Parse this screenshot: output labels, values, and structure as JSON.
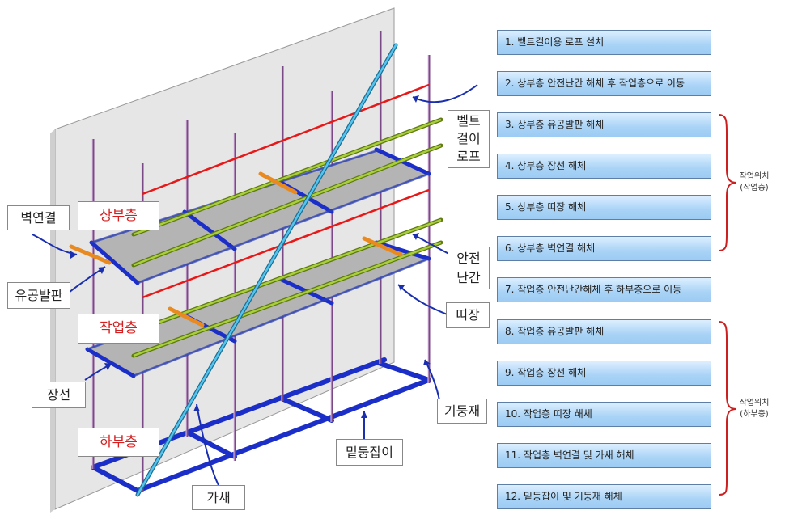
{
  "labels": {
    "upper": "상부층",
    "work": "작업층",
    "lower": "하부층",
    "wall_tie": "벽연결",
    "platform": "유공발판",
    "ledger": "장선",
    "belt_rope": [
      "벨트",
      "걸이",
      "로프"
    ],
    "guardrail": [
      "안전",
      "난간"
    ],
    "toeboard": "띠장",
    "post": "기둥재",
    "base_frame": "밑둥잡이",
    "brace": "가새"
  },
  "steps": [
    "1. 벨트걸이용 로프 설치",
    "2. 상부층 안전난간 해체 후 작업층으로 이동",
    "3. 상부층 유공발판 해체",
    "4. 상부층 장선 해체",
    "5. 상부층 띠장 해체",
    "6. 상부층 벽연결 해체",
    "7. 작업층 안전난간해체 후 하부층으로 이동",
    "8. 작업층 유공발판 해체",
    "9. 작업층 장선 해체",
    "10. 작업층 띠장 해체",
    "11. 작업층 벽연결 및 가새 해체",
    "12. 밑둥잡이 및 기둥재 해체"
  ],
  "brace_notes": {
    "upper": [
      "작업위치",
      "(작업층)"
    ],
    "lower": [
      "작업위치",
      "(하부층)"
    ]
  },
  "colors": {
    "guardrail": "#e81818",
    "rope": "#8fb52c",
    "brace": "#3aa6d8",
    "pipe": "#1b2fc8",
    "wall_tie": "#e88a20",
    "brace_bracket": "#cc2020"
  }
}
